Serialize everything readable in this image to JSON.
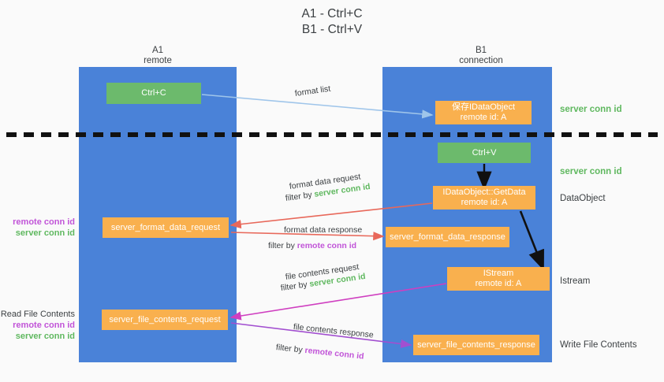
{
  "title": "A1 - Ctrl+C\nB1 - Ctrl+V",
  "columns": {
    "left": "A1\nremote",
    "right": "B1\nconnection"
  },
  "boxes": {
    "ctrl_c": "Ctrl+C",
    "save_idataobject": "保存IDataObject\nremote id: A",
    "ctrl_v": "Ctrl+V",
    "getdata": "IDataObject::GetData\nremote id: A",
    "istream": "IStream\nremote id: A",
    "server_format_data_request": "server_format_data_request",
    "server_format_data_response": "server_format_data_response",
    "server_file_contents_request": "server_file_contents_request",
    "server_file_contents_response": "server_file_contents_response"
  },
  "right_notes": {
    "server_conn_id_1": "server conn id",
    "server_conn_id_2": "server conn id",
    "dataobject": "DataObject",
    "istream": "Istream",
    "write_file_contents": "Write File Contents"
  },
  "left_notes": {
    "remote_conn_id_1": "remote conn id",
    "server_conn_id_1": "server conn id",
    "read_file_contents": "Read File Contents",
    "remote_conn_id_2": "remote conn id",
    "server_conn_id_2": "server conn id"
  },
  "edge_labels": {
    "format_list": "format list",
    "format_data_request": "format data request",
    "filter_by_prefix_1": "filter by ",
    "filter_server_conn_id_1": "server conn id",
    "format_data_response": "format data response",
    "filter_by_prefix_2": "filter by ",
    "filter_remote_conn_id_1": "remote conn id",
    "file_contents_request": "file contents request",
    "filter_by_prefix_3": "filter by ",
    "filter_server_conn_id_2": "server conn id",
    "file_contents_response": "file contents response",
    "filter_by_prefix_4": "filter by ",
    "filter_remote_conn_id_2": "remote conn id"
  },
  "colors": {
    "lane": "#4a82d8",
    "box_orange": "#f9b04e",
    "box_green": "#6cba6c",
    "green_text": "#5fb85f",
    "purple_text": "#c154d8",
    "arrow_light_blue": "#9fc5ea",
    "arrow_red": "#e8685a",
    "arrow_magenta": "#cf3fc0",
    "arrow_purple": "#a24fd0",
    "arrow_black": "#101010",
    "background": "#fafafa"
  }
}
